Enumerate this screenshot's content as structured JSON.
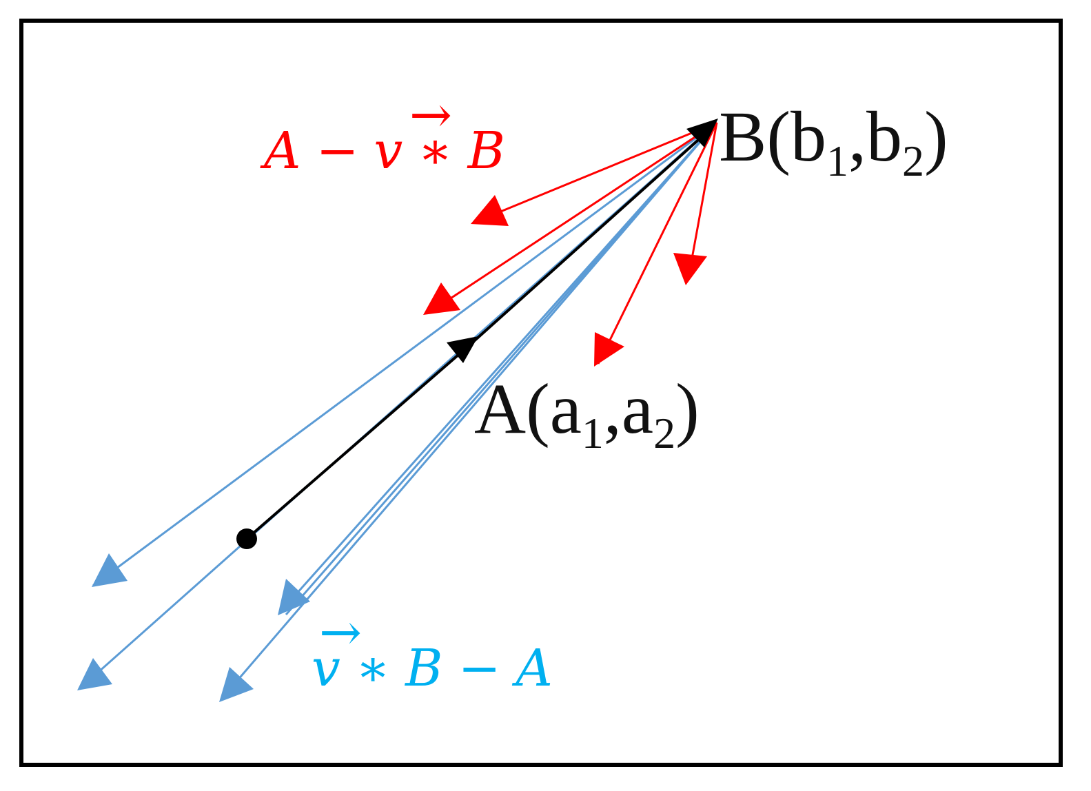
{
  "colors": {
    "red": "#ff0000",
    "blue": "#5b9bd5",
    "cyan": "#00b0f0",
    "black": "#000000"
  },
  "point_B": {
    "letter": "B",
    "open": "(",
    "c1": "b",
    "s1": "1",
    "comma": ",",
    "c2": "b",
    "s2": "2",
    "close": ")"
  },
  "point_A": {
    "letter": "A",
    "open": "(",
    "c1": "a",
    "s1": "1",
    "comma": ",",
    "c2": "a",
    "s2": "2",
    "close": ")"
  },
  "expr_red": {
    "a": "A",
    "minus": "−",
    "vec_arrow": "⃗",
    "v": "v",
    "times": "∗",
    "b": "B"
  },
  "expr_blue": {
    "vec_arrow": "⃗",
    "v": "v",
    "times": "∗",
    "b": "B",
    "minus": "−",
    "a": "A"
  }
}
